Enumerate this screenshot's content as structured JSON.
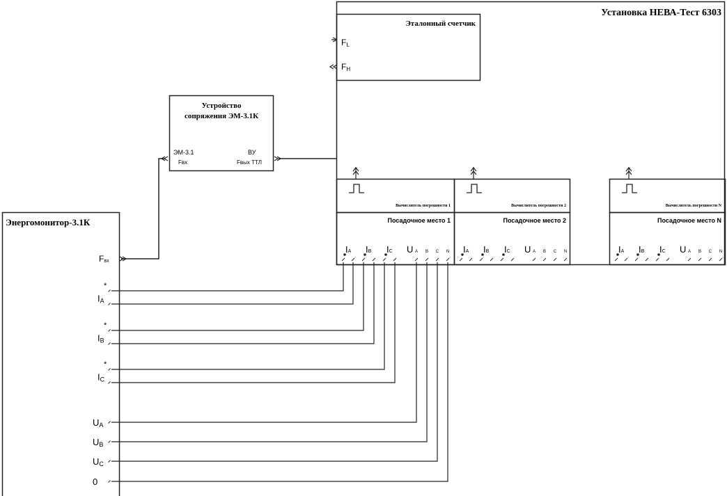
{
  "neva": {
    "title": "Установка НЕВА-Тест 6303"
  },
  "etalon": {
    "title": "Эталонный счетчик",
    "f_low": "F",
    "f_low_sub": "L",
    "f_high": "F",
    "f_high_sub": "H"
  },
  "interface": {
    "title_line1": "Устройство",
    "title_line2": "сопряжения ЭМ-3.1К",
    "left_label1": "ЭМ-3.1",
    "left_label2": "Fвх",
    "right_label1": "ВУ",
    "right_label2": "Fвых ТТЛ"
  },
  "monitor": {
    "title": "Энергомонитор-3.1К",
    "fin": "F",
    "fin_sub": "вх",
    "inputs": [
      {
        "label": "I",
        "sub": "A"
      },
      {
        "label": "I",
        "sub": "B"
      },
      {
        "label": "I",
        "sub": "C"
      },
      {
        "label": "U",
        "sub": "A"
      },
      {
        "label": "U",
        "sub": "B"
      },
      {
        "label": "U",
        "sub": "C"
      },
      {
        "label": "0",
        "sub": ""
      }
    ],
    "star": "*"
  },
  "places": [
    {
      "calc": "Вычислитель погрешности 1",
      "place": "Посадочное место 1"
    },
    {
      "calc": "Вычислитель погрешности 2",
      "place": "Посадочное место 2"
    },
    {
      "calc": "Вычислитель погрешности N",
      "place": "Посадочное место N"
    }
  ],
  "terminal_labels": {
    "I": "I",
    "U": "U",
    "subs": [
      "A",
      "B",
      "C",
      "N"
    ]
  }
}
